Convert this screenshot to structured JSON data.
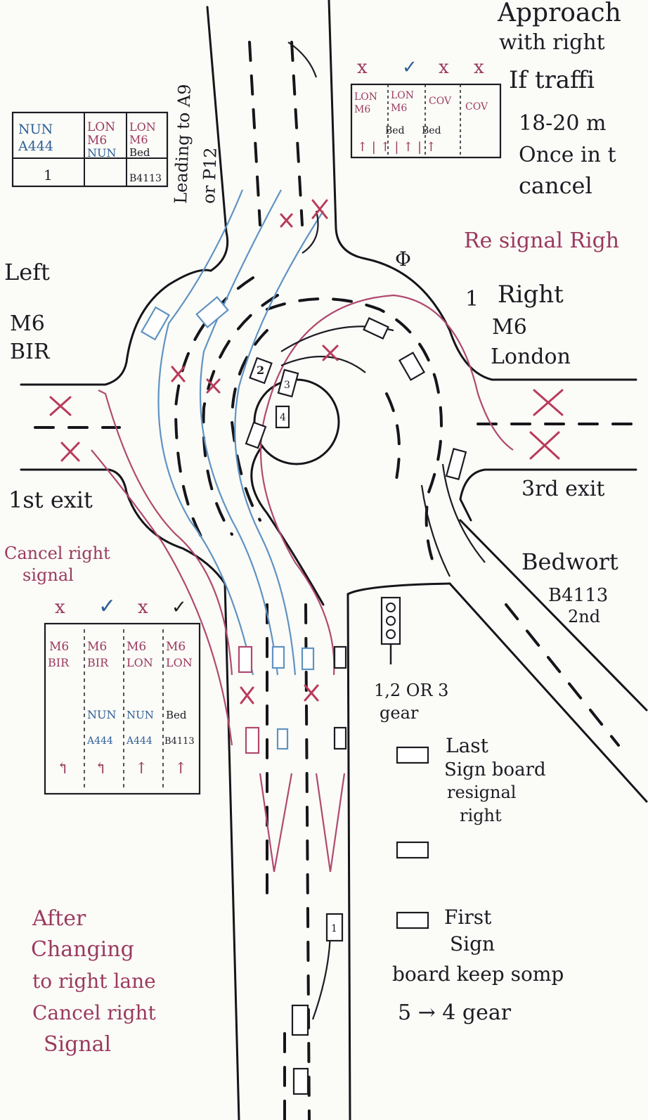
{
  "header": {
    "line1": "Approach",
    "line2": "with right",
    "line3": "If traffi",
    "line4": "18-20 m",
    "line5": "Once in t",
    "line6": "cancel"
  },
  "labels": {
    "leading_1": "Leading to A9",
    "leading_2": "or P12",
    "resignal": "Re signal Righ",
    "right_exit_1": "Right",
    "right_exit_2": "M6",
    "right_exit_3": "London",
    "left_1": "Left",
    "left_2": "M6",
    "left_3": "BIR",
    "first_exit": "1st exit",
    "third_exit": "3rd exit",
    "cancel_right_1": "Cancel right",
    "cancel_right_2": "signal",
    "bedworth_1": "Bedwort",
    "bedworth_2": "B4113",
    "bedworth_3": "2nd",
    "gear_1": "1,2 OR 3",
    "gear_2": "gear",
    "last_sign_1": "Last",
    "last_sign_2": "Sign board",
    "last_sign_3": "resignal",
    "last_sign_4": "right",
    "first_sign_1": "First",
    "first_sign_2": "Sign",
    "first_sign_3": "board keep somp",
    "first_sign_4": "5 → 4  gear",
    "after_1": "After",
    "after_2": "Changing",
    "after_3": "to right lane",
    "after_4": "Cancel right",
    "after_5": "Signal",
    "circle_1": "1",
    "circle_2": "2",
    "circle_3": "3",
    "circle_4": "4"
  },
  "sign_top_left": {
    "col1_a": "NUN",
    "col1_b": "A444",
    "col2_a": "LON",
    "col2_b": "M6",
    "col2_c": "NUN",
    "col3_a": "LON",
    "col3_b": "M6",
    "col3_c": "Bed",
    "col3_d": "B4113",
    "bottom": "1"
  },
  "sign_top_right": {
    "marks": [
      "x",
      "✓",
      "x",
      "x"
    ],
    "col1_a": "LON",
    "col1_b": "M6",
    "col2_a": "LON",
    "col2_b": "M6",
    "col2_c": "Bed",
    "col3_a": "COV",
    "col3_b": "Bed",
    "col4_a": "COV",
    "arrows": "↑ | ↑ | ↑ | ↑"
  },
  "sign_bottom_left": {
    "marks": [
      "x",
      "✓",
      "x",
      "✓"
    ],
    "row1": [
      "M6",
      "M6",
      "M6",
      "M6"
    ],
    "row2": [
      "BIR",
      "BIR",
      "LON",
      "LON"
    ],
    "row3": [
      "NUN",
      "NUN",
      "Bed"
    ],
    "row4": [
      "A444",
      "A444",
      "B4113"
    ],
    "arrows": [
      "↰",
      "↰",
      "↑",
      "↑"
    ]
  },
  "colors": {
    "ink": "#1c1c22",
    "pink": "#b04a6e",
    "blue": "#5f93c2",
    "cross": "#b93a5a",
    "tick": "#2f7aa0"
  }
}
